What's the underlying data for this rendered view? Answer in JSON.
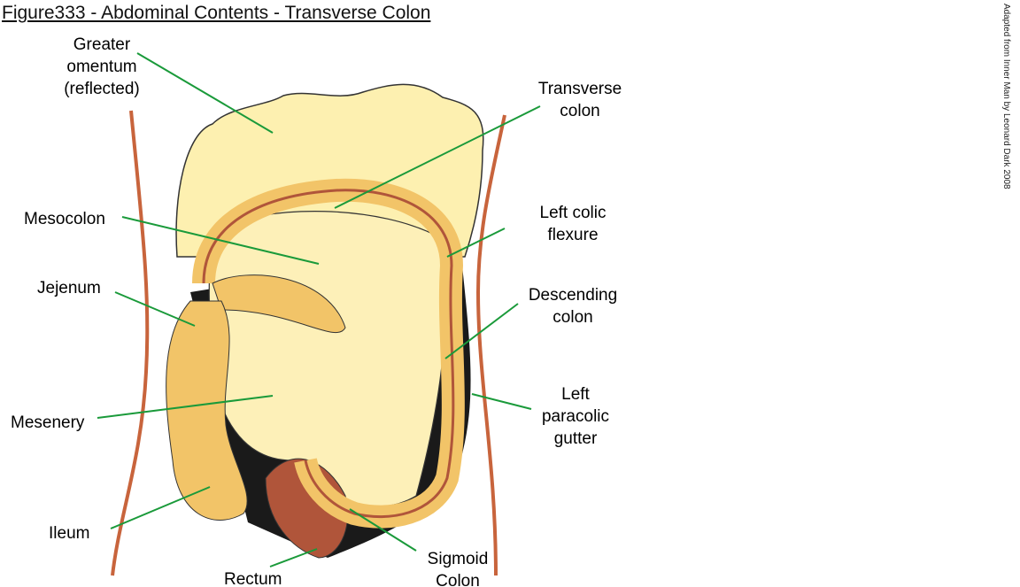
{
  "title": "Figure333 - Abdominal Contents - Transverse Colon",
  "credit": "Adapted from Inner Man by Leonard Dark 2008",
  "labels": {
    "greater_omentum": [
      "Greater",
      "omentum",
      "(reflected)"
    ],
    "transverse_colon": [
      "Transverse",
      "colon"
    ],
    "mesocolon": "Mesocolon",
    "left_colic_flexure": [
      "Left colic",
      "flexure"
    ],
    "jejenum": "Jejenum",
    "descending_colon": [
      "Descending",
      "colon"
    ],
    "mesenery": "Mesenery",
    "left_paracolic_gutter": [
      "Left",
      "paracolic",
      "gutter"
    ],
    "ileum": "Ileum",
    "rectum": "Rectum",
    "sigmoid_colon": [
      "Sigmoid",
      "Colon"
    ]
  },
  "colors": {
    "leader": "#1a9a3a",
    "body_wall": "#c8643c",
    "omentum": "#fdf0b0",
    "colon": "#f2c468",
    "dark": "#1a1a1a"
  }
}
